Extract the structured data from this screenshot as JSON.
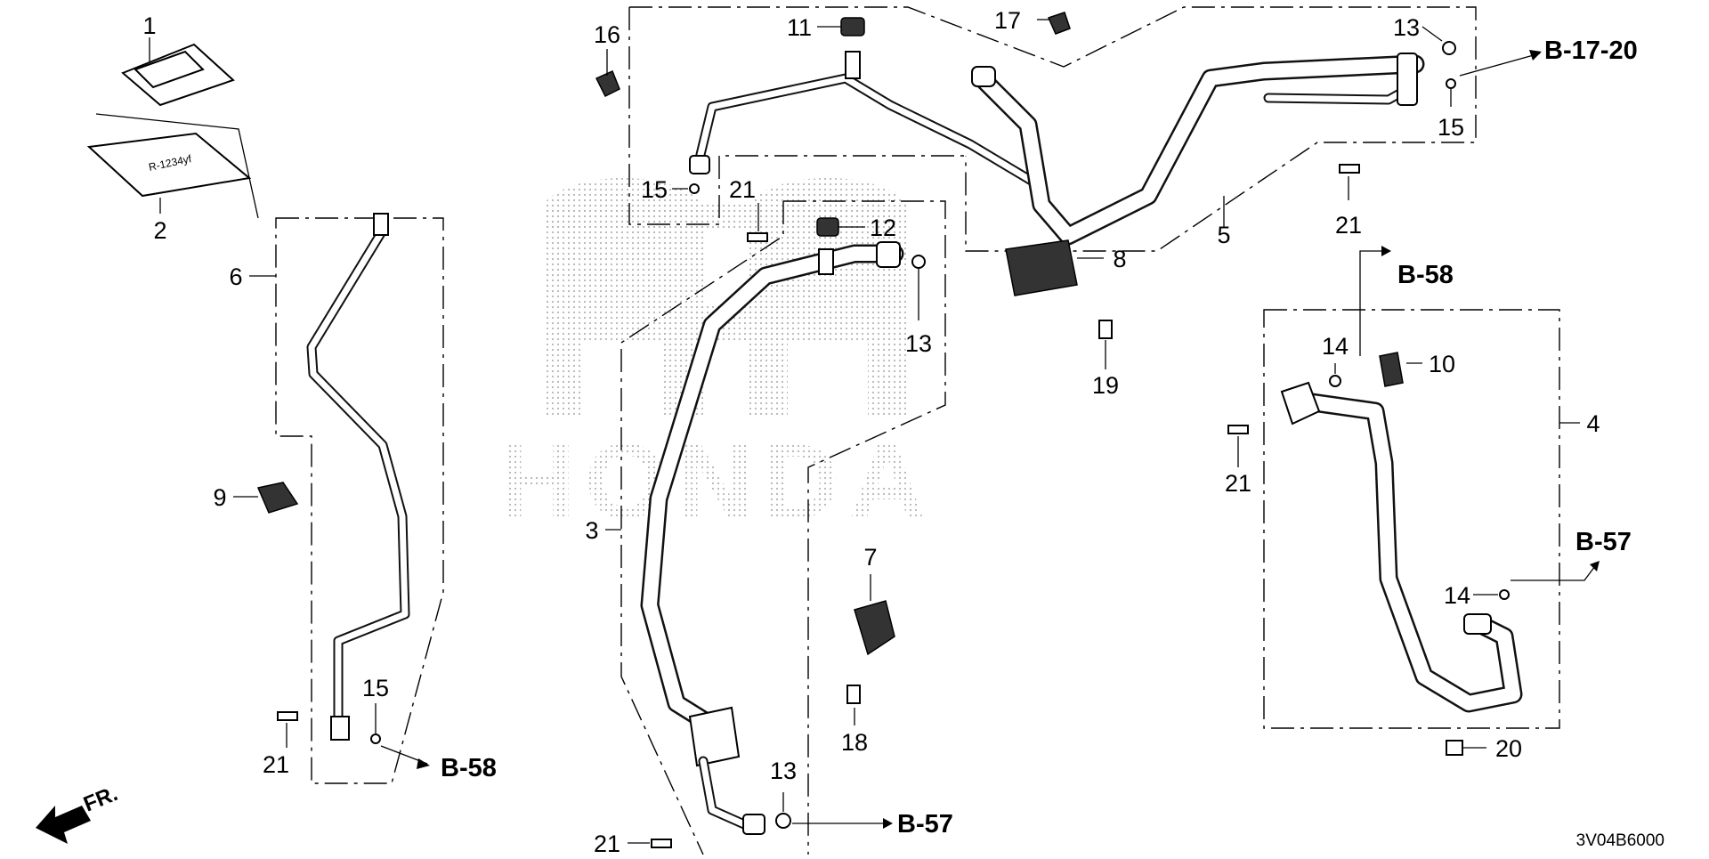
{
  "diagram": {
    "part_labels": [
      "1",
      "2",
      "3",
      "4",
      "5",
      "6",
      "7",
      "8",
      "9",
      "10",
      "11",
      "12",
      "13",
      "13",
      "13",
      "14",
      "14",
      "15",
      "15",
      "15",
      "16",
      "17",
      "18",
      "19",
      "20",
      "21",
      "21",
      "21",
      "21",
      "21"
    ],
    "references": {
      "b17_20": "B-17-20",
      "b58_top": "B-58",
      "b58_bottom": "B-58",
      "b57_right": "B-57",
      "b57_bottom": "B-57"
    },
    "label_text": "R-1234yf",
    "front_marker": "FR.",
    "diagram_code": "3V04B6000",
    "watermark": "HONDA"
  }
}
